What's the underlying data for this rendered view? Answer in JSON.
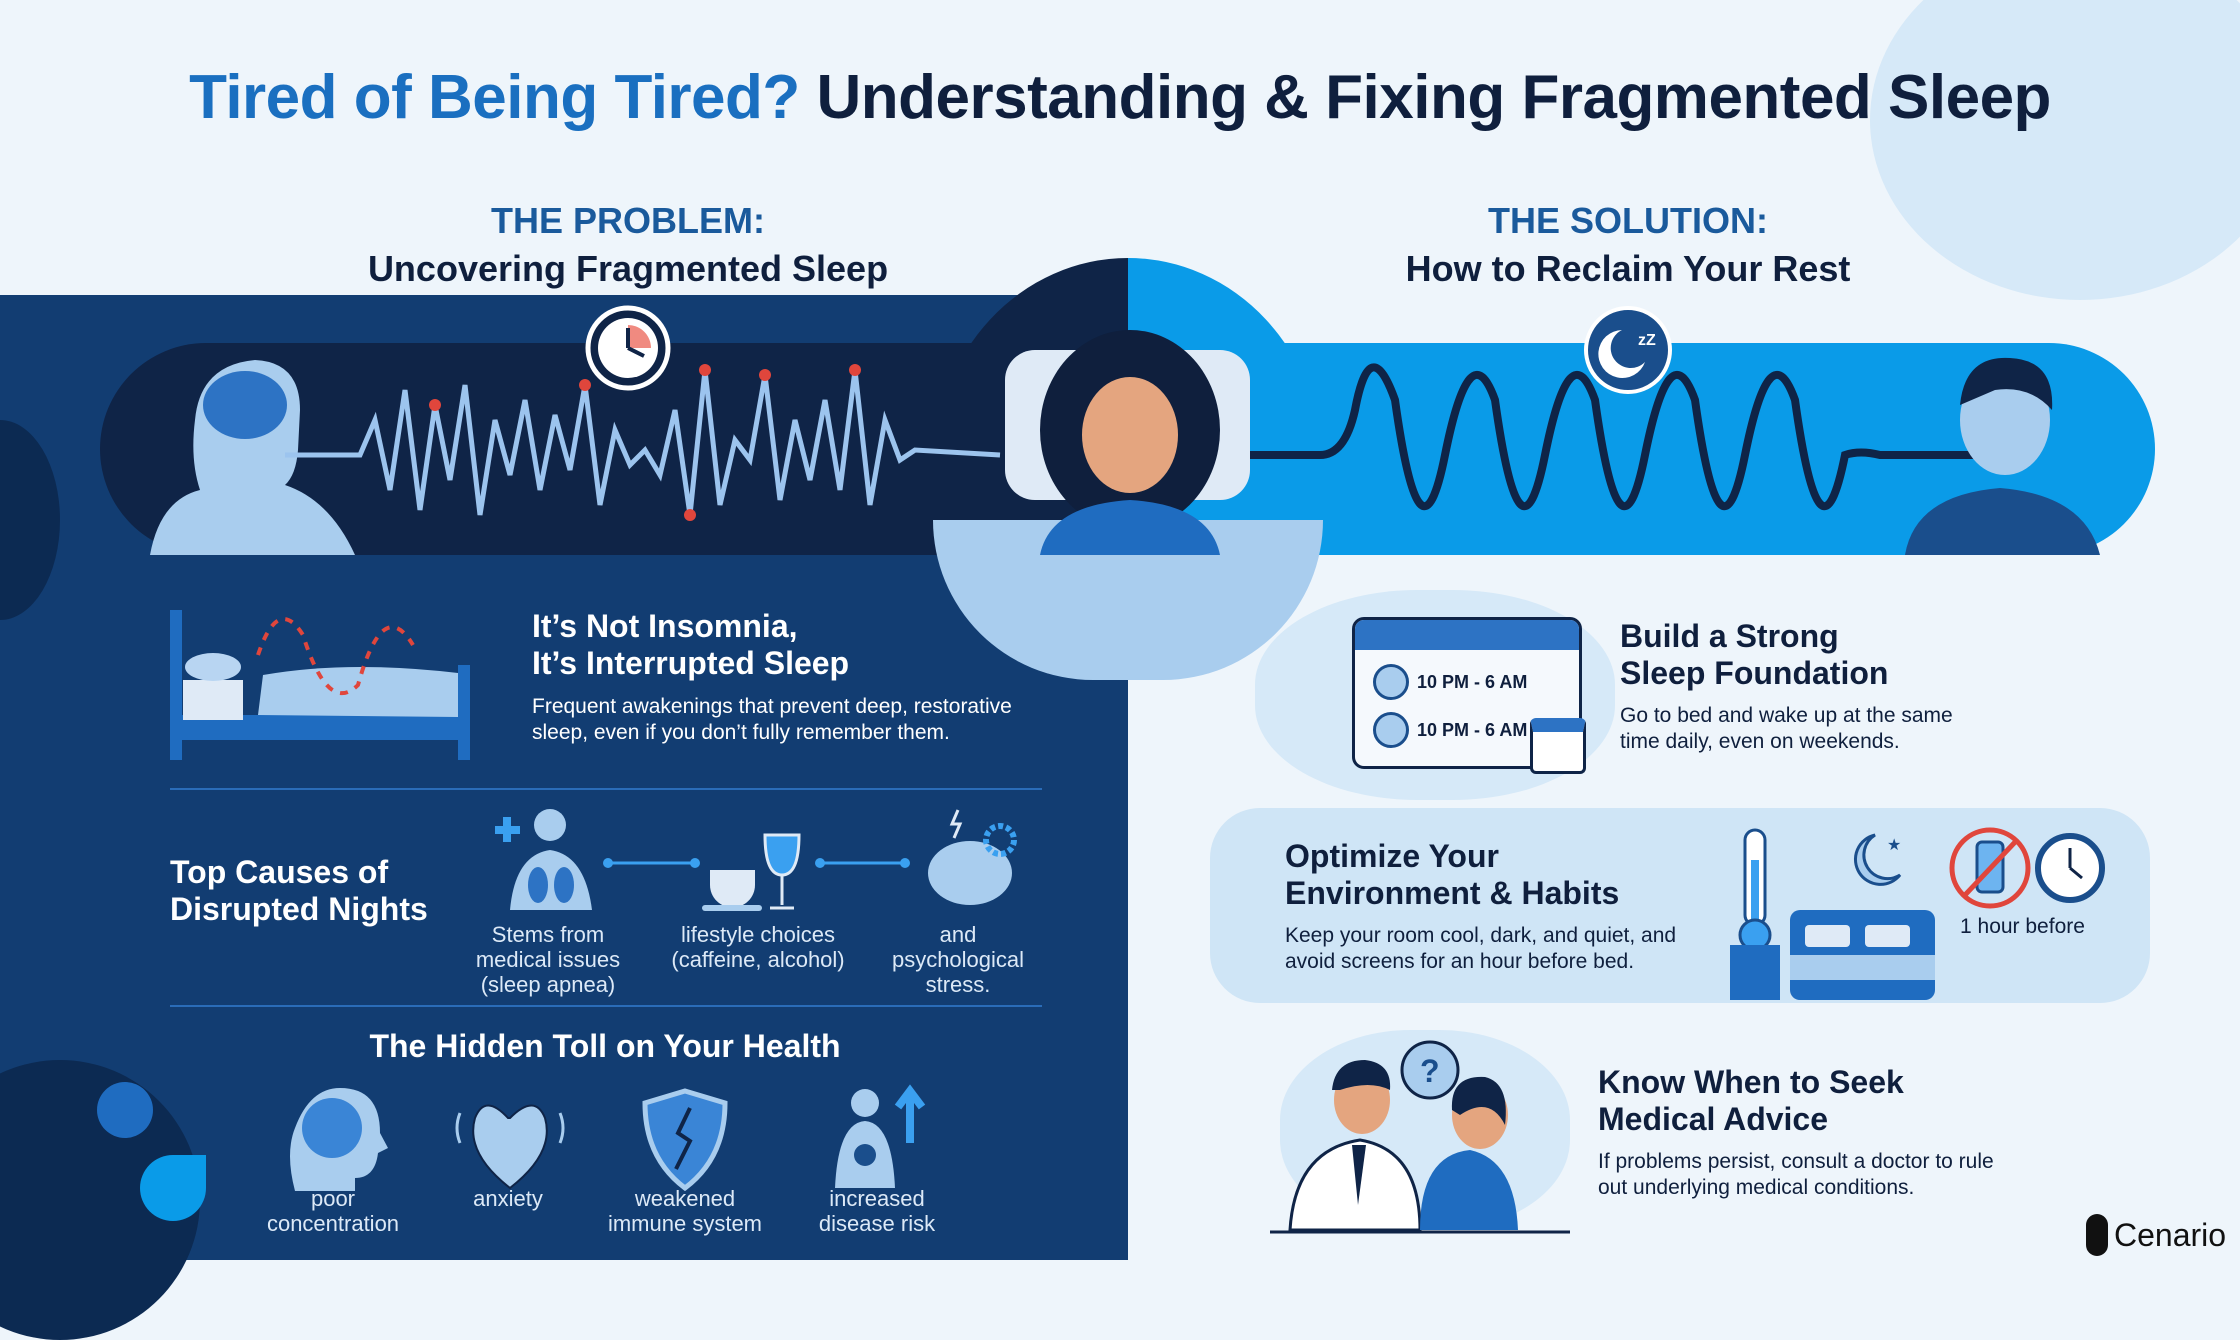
{
  "title": {
    "accent": "Tired of Being Tired?",
    "rest": " Understanding & Fixing Fragmented Sleep"
  },
  "problem": {
    "kicker": "THE PROBLEM:",
    "subtitle": "Uncovering Fragmented Sleep"
  },
  "solution": {
    "kicker": "THE SOLUTION:",
    "subtitle": "How to Reclaim Your Rest"
  },
  "insomnia": {
    "title_line1": "It’s Not Insomnia,",
    "title_line2": "It’s Interrupted Sleep",
    "desc": "Frequent awakenings that prevent deep, restorative sleep, even if you don’t fully remember them."
  },
  "causes": {
    "title_line1": "Top Causes of",
    "title_line2": "Disrupted Nights",
    "items": [
      {
        "l1": "Stems from",
        "l2": "medical issues",
        "l3": "(sleep apnea)"
      },
      {
        "l1": "lifestyle choices",
        "l2": "(caffeine, alcohol)",
        "l3": ""
      },
      {
        "l1": "and",
        "l2": "psychological",
        "l3": "stress."
      }
    ]
  },
  "toll": {
    "title": "The Hidden Toll on Your Health",
    "items": [
      {
        "l1": "poor",
        "l2": "concentration"
      },
      {
        "l1": "anxiety",
        "l2": ""
      },
      {
        "l1": "weakened",
        "l2": "immune system"
      },
      {
        "l1": "increased",
        "l2": "disease risk"
      }
    ]
  },
  "foundation": {
    "title_line1": "Build a Strong",
    "title_line2": "Sleep Foundation",
    "desc": "Go to bed and wake up at the same time daily, even on weekends.",
    "schedule": [
      "10 PM - 6 AM",
      "10 PM - 6 AM"
    ]
  },
  "environment": {
    "title_line1": "Optimize Your",
    "title_line2": "Environment & Habits",
    "desc": "Keep your room cool, dark, and quiet, and avoid screens for an hour before bed.",
    "icon_label": "1 hour before"
  },
  "medical": {
    "title_line1": "Know When to Seek",
    "title_line2": "Medical Advice",
    "desc": "If problems persist, consult a doctor to rule out underlying medical conditions."
  },
  "brand": {
    "name": "Cenario"
  },
  "colors": {
    "navy": "#123d72",
    "accent": "#1a6fc0",
    "bright": "#0a9be8",
    "alert": "#e0463c"
  }
}
